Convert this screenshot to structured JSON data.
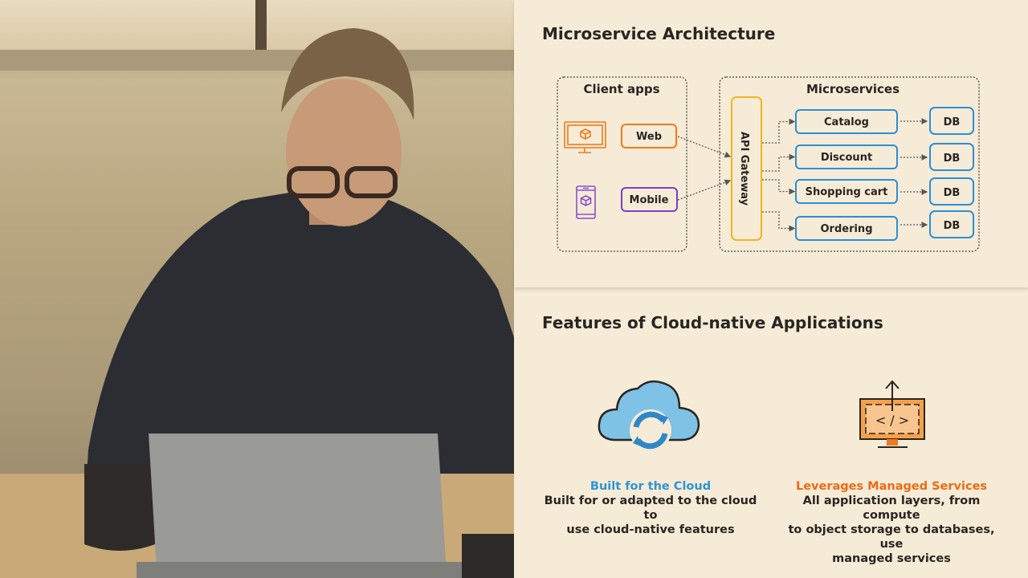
{
  "architecture": {
    "title": "Microservice Architecture",
    "client_group": "Client apps",
    "services_group": "Microservices",
    "clients": [
      {
        "label": "Web",
        "icon": "desktop-monitor-icon",
        "color": "#f07a1a"
      },
      {
        "label": "Mobile",
        "icon": "mobile-phone-icon",
        "color": "#7b3fc4"
      }
    ],
    "gateway": {
      "label": "API Gateway",
      "color": "#f2b61e"
    },
    "services": [
      {
        "label": "Catalog",
        "db": "DB"
      },
      {
        "label": "Discount",
        "db": "DB"
      },
      {
        "label": "Shopping cart",
        "db": "DB"
      },
      {
        "label": "Ordering",
        "db": "DB"
      }
    ],
    "service_color": "#2a8fd6"
  },
  "features": {
    "title": "Features of Cloud-native Applications",
    "items": [
      {
        "icon": "cloud-sync-icon",
        "heading": "Built for the Cloud",
        "heading_color": "#2b95d8",
        "lines": [
          "Built for or adapted to the cloud to",
          "use cloud-native features"
        ]
      },
      {
        "icon": "monitor-code-upload-icon",
        "heading": "Leverages Managed Services",
        "heading_color": "#f06a12",
        "lines": [
          "All application layers, from compute",
          "to object storage to databases, use",
          "managed services"
        ]
      }
    ]
  }
}
